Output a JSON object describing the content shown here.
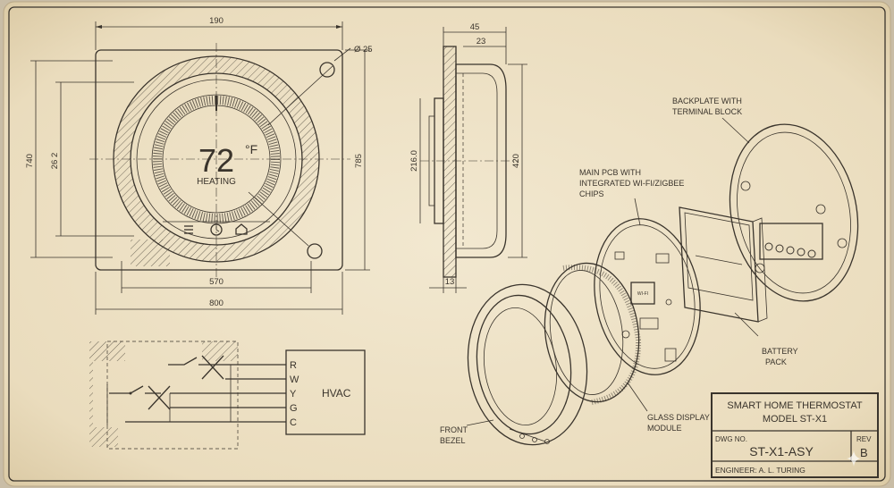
{
  "front_view": {
    "dims": {
      "top_width": "190",
      "hole_dia": "Ø 25",
      "height_outer": "740",
      "height_inner": "26 2",
      "height_right": "785",
      "bottom_inner": "570",
      "bottom_outer": "800"
    },
    "display": {
      "temperature": "72",
      "unit": "°F",
      "mode": "HEATING"
    }
  },
  "side_view": {
    "dims": {
      "depth_total": "45",
      "depth_body": "23",
      "height_inner": "216.0",
      "height_outer": "420",
      "base_depth": "13"
    }
  },
  "exploded": {
    "labels": {
      "backplate": [
        "BACKPLATE WITH",
        "TERMINAL BLOCK"
      ],
      "pcb": [
        "MAIN PCB WITH",
        "INTEGRATED WI-FI/ZIGBEE",
        "CHIPS"
      ],
      "battery": [
        "BATTERY",
        "PACK"
      ],
      "glass": [
        "GLASS DISPLAY",
        "MODULE"
      ],
      "bezel": [
        "FRONT",
        "BEZEL"
      ]
    },
    "chip_text": "WI-FI"
  },
  "wiring": {
    "terminals": [
      "R",
      "W",
      "Y",
      "G",
      "C"
    ],
    "box_label": "HVAC"
  },
  "title_block": {
    "title_line1": "SMART HOME THERMOSTAT",
    "title_line2": "MODEL ST-X1",
    "dwg_label": "DWG NO.",
    "dwg_no": "ST-X1-ASY",
    "rev_label": "REV",
    "rev": "B",
    "engineer": "ENGINEER: A. L. TURING"
  },
  "colors": {
    "paper": "#efe3c8",
    "ink": "#3a342c"
  }
}
